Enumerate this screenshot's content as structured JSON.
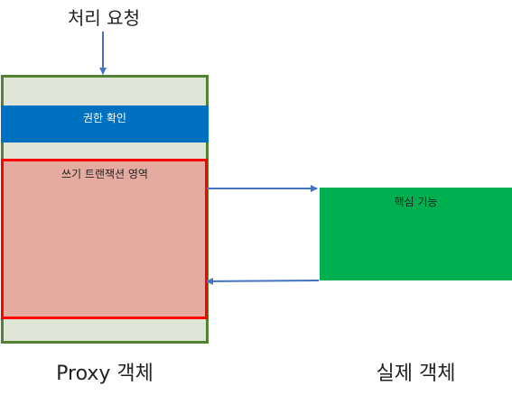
{
  "request": {
    "label": "처리 요청"
  },
  "proxy": {
    "auth_label": "권한 확인",
    "tx_label": "쓰기 트랜잭션 영역",
    "caption": "Proxy 객체"
  },
  "real": {
    "core_label": "핵심 기능",
    "caption": "실제 객체"
  },
  "colors": {
    "proxy_fill": "#dfe5d6",
    "proxy_border": "#548235",
    "auth_fill": "#0070c0",
    "tx_fill": "#e6aba0",
    "tx_border": "#ff0000",
    "real_fill": "#00b050",
    "arrow": "#4472c4"
  }
}
